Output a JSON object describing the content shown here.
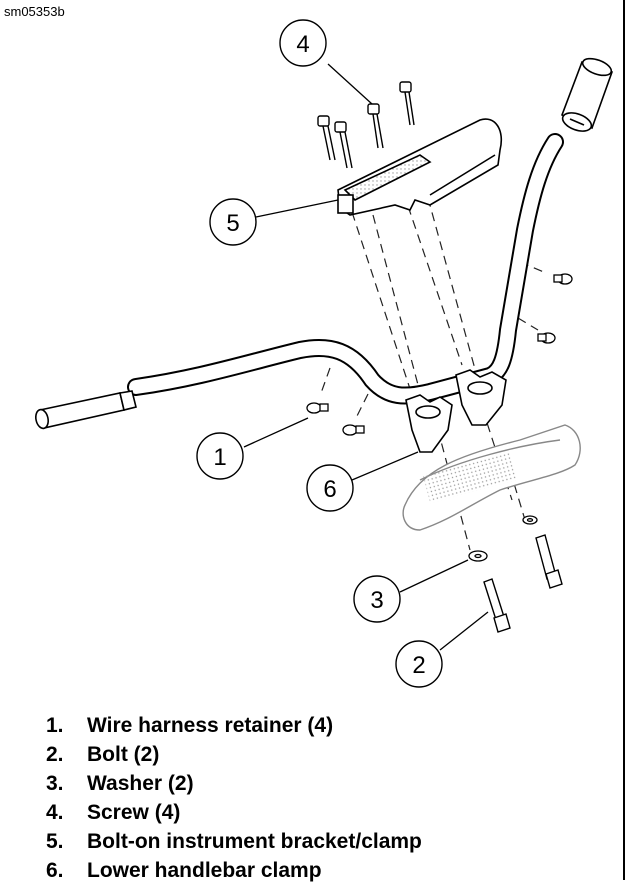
{
  "figure_id": "sm05353b",
  "callouts": [
    "1",
    "2",
    "3",
    "4",
    "5",
    "6"
  ],
  "legend": [
    {
      "number": "1.",
      "label": "Wire harness retainer (4)"
    },
    {
      "number": "2.",
      "label": "Bolt (2)"
    },
    {
      "number": "3.",
      "label": "Washer (2)"
    },
    {
      "number": "4.",
      "label": "Screw (4)"
    },
    {
      "number": "5.",
      "label": "Bolt-on instrument bracket/clamp"
    },
    {
      "number": "6.",
      "label": "Lower handlebar clamp"
    }
  ]
}
